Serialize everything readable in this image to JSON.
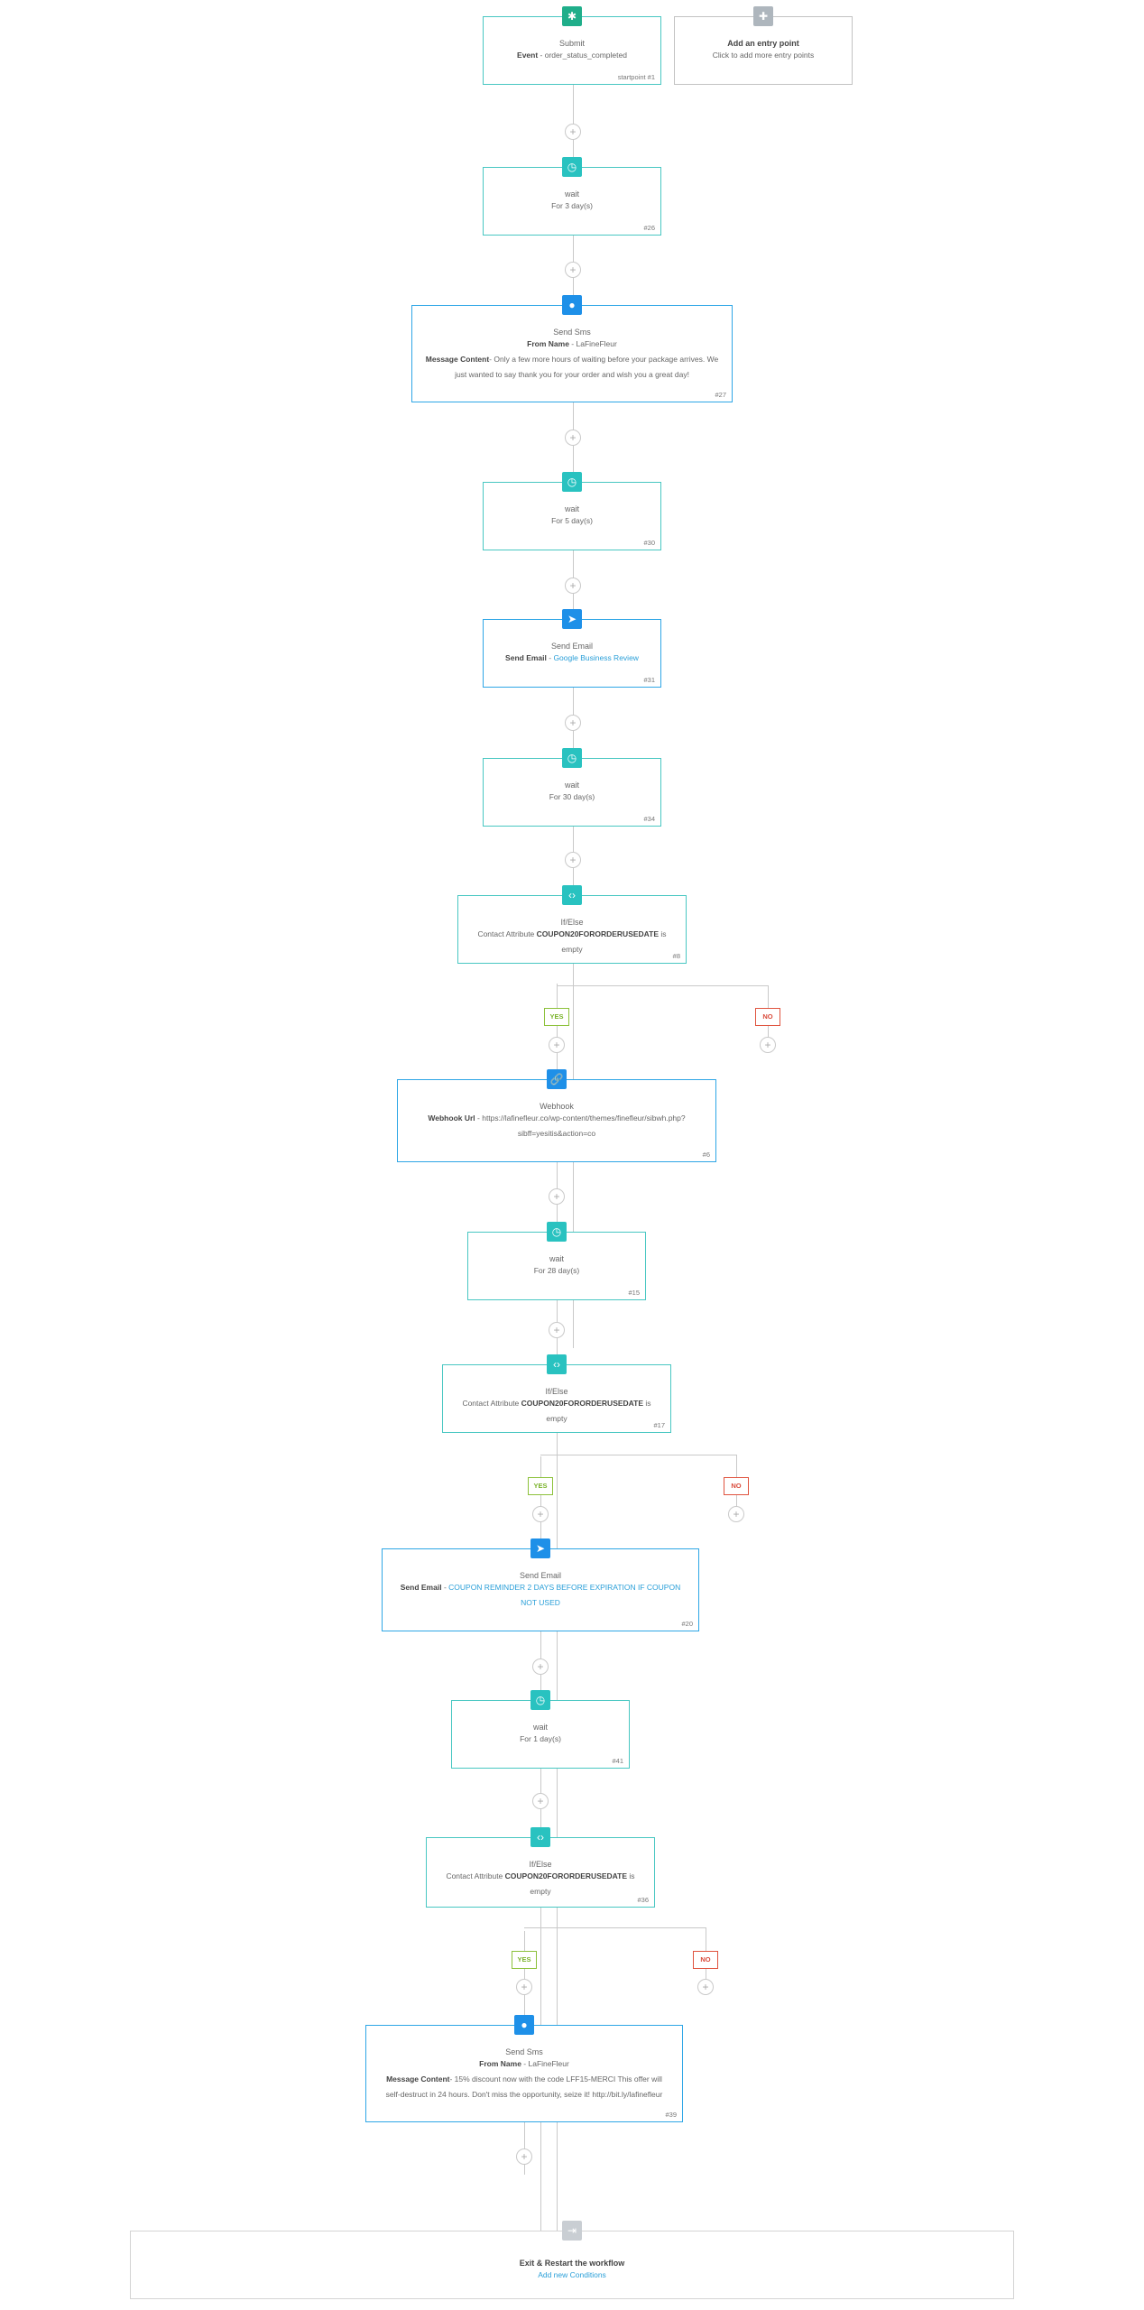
{
  "entry": {
    "submit": {
      "title": "Submit",
      "event_label": "Event",
      "event_value": "order_status_completed",
      "id": "startpoint #1",
      "icon": "gear-icon"
    },
    "add_entry": {
      "title": "Add an entry point",
      "subtitle": "Click to add more entry points",
      "icon": "plus-icon"
    }
  },
  "steps": {
    "wait26": {
      "title": "wait",
      "line": "For 3 day(s)",
      "id": "#26"
    },
    "sms27": {
      "title": "Send Sms",
      "from_label": "From Name",
      "from_value": "LaFineFleur",
      "msg_label": "Message Content",
      "msg_value": "Only a few more hours of waiting before your package arrives. We just wanted to say thank you for your order and wish you a great day!",
      "id": "#27"
    },
    "wait30": {
      "title": "wait",
      "line": "For 5 day(s)",
      "id": "#30"
    },
    "email31": {
      "title": "Send Email",
      "label": "Send Email",
      "value": "Google Business Review",
      "id": "#31"
    },
    "wait34": {
      "title": "wait",
      "line": "For 30 day(s)",
      "id": "#34"
    },
    "if8": {
      "title": "If/Else",
      "prefix": "Contact Attribute",
      "attr": "COUPON20FORORDERUSEDATE",
      "suffix": "is empty",
      "id": "#8"
    },
    "webhook6": {
      "title": "Webhook",
      "label": "Webhook Url",
      "value": "https://lafinefleur.co/wp-content/themes/finefleur/sibwh.php?sibff=yesitis&action=co",
      "id": "#6"
    },
    "wait15": {
      "title": "wait",
      "line": "For 28 day(s)",
      "id": "#15"
    },
    "if17": {
      "title": "If/Else",
      "prefix": "Contact Attribute",
      "attr": "COUPON20FORORDERUSEDATE",
      "suffix": "is empty",
      "id": "#17"
    },
    "email20": {
      "title": "Send Email",
      "label": "Send Email",
      "value": "COUPON REMINDER 2 DAYS BEFORE EXPIRATION IF COUPON NOT USED",
      "id": "#20"
    },
    "wait41": {
      "title": "wait",
      "line": "For 1 day(s)",
      "id": "#41"
    },
    "if36": {
      "title": "If/Else",
      "prefix": "Contact Attribute",
      "attr": "COUPON20FORORDERUSEDATE",
      "suffix": "is empty",
      "id": "#36"
    },
    "sms39": {
      "title": "Send Sms",
      "from_label": "From Name",
      "from_value": "LaFineFleur",
      "msg_label": "Message Content",
      "msg_value": "15% discount now with the code LFF15-MERCI This offer will self-destruct in 24 hours. Don't miss the opportunity, seize it! http://bit.ly/lafinefleur",
      "id": "#39"
    }
  },
  "branch_labels": {
    "yes": "YES",
    "no": "NO"
  },
  "plus_glyph": "+",
  "exit": {
    "title": "Exit & Restart the workflow",
    "link": "Add new Conditions"
  },
  "colors": {
    "accent_teal": "#29c2c0",
    "accent_blue": "#1e90e8",
    "yes": "#7ab32a",
    "no": "#d94a3a",
    "link": "#2a9fd8"
  }
}
